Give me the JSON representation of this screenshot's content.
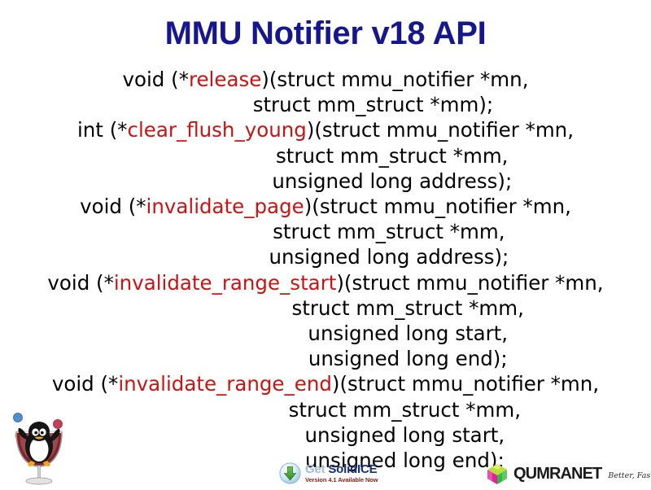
{
  "slide": {
    "title": "MMU Notifier v18 API",
    "title_color": "#16178c",
    "background_color": "#ffffff",
    "body_text_color": "#000000",
    "function_name_color": "#cc1212"
  },
  "code": {
    "lines": [
      {
        "indent_ch": 0,
        "pre": "void (*",
        "fname": "release",
        "post": ")(struct mmu_notifier *mn,"
      },
      {
        "indent_ch": 15,
        "pre": "struct mm_struct *mm);",
        "fname": "",
        "post": ""
      },
      {
        "indent_ch": 0,
        "pre": "int (*",
        "fname": "clear_flush_young",
        "post": ")(struct mmu_notifier *mn,"
      },
      {
        "indent_ch": 21,
        "pre": "struct mm_struct *mm,",
        "fname": "",
        "post": ""
      },
      {
        "indent_ch": 21,
        "pre": "unsigned long address);",
        "fname": "",
        "post": ""
      },
      {
        "indent_ch": 0,
        "pre": "void (*",
        "fname": "invalidate_page",
        "post": ")(struct mmu_notifier *mn,"
      },
      {
        "indent_ch": 20,
        "pre": "struct mm_struct *mm,",
        "fname": "",
        "post": ""
      },
      {
        "indent_ch": 20,
        "pre": "unsigned long address);",
        "fname": "",
        "post": ""
      },
      {
        "indent_ch": 0,
        "pre": "void (*",
        "fname": "invalidate_range_start",
        "post": ")(struct mmu_notifier *mn,"
      },
      {
        "indent_ch": 26,
        "pre": "struct mm_struct *mm,",
        "fname": "",
        "post": ""
      },
      {
        "indent_ch": 26,
        "pre": "unsigned long start,",
        "fname": "",
        "post": ""
      },
      {
        "indent_ch": 26,
        "pre": "unsigned long end);",
        "fname": "",
        "post": ""
      },
      {
        "indent_ch": 0,
        "pre": "void (*",
        "fname": "invalidate_range_end",
        "post": ")(struct mmu_notifier *mn,"
      },
      {
        "indent_ch": 25,
        "pre": "struct mm_struct *mm,",
        "fname": "",
        "post": ""
      },
      {
        "indent_ch": 25,
        "pre": "unsigned long start,",
        "fname": "",
        "post": ""
      },
      {
        "indent_ch": 25,
        "pre": "unsigned long end);",
        "fname": "",
        "post": ""
      }
    ]
  },
  "footer": {
    "tux_glass": {
      "icon": "tux-penguin-in-wine-glass-icon",
      "glass_fill_color": "#7a0f18",
      "ball_colors": [
        "#4f8fd0",
        "#c2405a",
        "#e8c842"
      ]
    },
    "solidice": {
      "icon": "download-arrow-icon",
      "get_label": "Get",
      "product_label": "SolidICE",
      "version_label": "Version 4.1 Available Now",
      "get_color": "#9fbcd4",
      "product_color": "#16317a",
      "version_color": "#8a1f14"
    },
    "qumranet": {
      "icon": "qumranet-cube-icon",
      "name": "QUMRANET",
      "tagline": "Better, Faster, Open",
      "cube_left_color": "#e0219a",
      "cube_top_color": "#b9e03a",
      "cube_right_color": "#35b44a",
      "name_color": "#1b1b1b"
    }
  }
}
